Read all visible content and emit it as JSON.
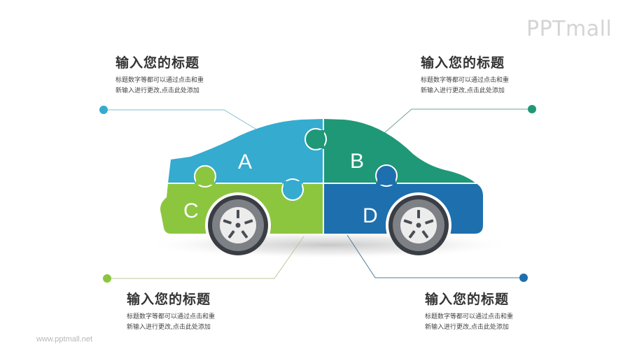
{
  "branding": {
    "logo_text": "PPTmall",
    "website": "www.pptmall.net"
  },
  "colors": {
    "segment_a": "#35ABCF",
    "segment_b": "#1F9878",
    "segment_c": "#8CC63F",
    "segment_d": "#1E6FAD",
    "wheel_tire": "#555a60",
    "wheel_rim": "#e6e6e6"
  },
  "car": {
    "segments": [
      {
        "id": "A",
        "label": "A",
        "color": "#35ABCF",
        "position": "top-left"
      },
      {
        "id": "B",
        "label": "B",
        "color": "#1F9878",
        "position": "top-right"
      },
      {
        "id": "C",
        "label": "C",
        "color": "#8CC63F",
        "position": "bottom-left"
      },
      {
        "id": "D",
        "label": "D",
        "color": "#1E6FAD",
        "position": "bottom-right"
      }
    ]
  },
  "callouts": [
    {
      "segment": "A",
      "title": "输入您的标题",
      "desc_line1": "标题数字等都可以通过点击和重",
      "desc_line2": "新输入进行更改,点击此处添加",
      "dot_color": "#35ABCF"
    },
    {
      "segment": "B",
      "title": "输入您的标题",
      "desc_line1": "标题数字等都可以通过点击和重",
      "desc_line2": "新输入进行更改,点击此处添加",
      "dot_color": "#1F9878"
    },
    {
      "segment": "C",
      "title": "输入您的标题",
      "desc_line1": "标题数字等都可以通过点击和重",
      "desc_line2": "新输入进行更改,点击此处添加",
      "dot_color": "#8CC63F"
    },
    {
      "segment": "D",
      "title": "输入您的标题",
      "desc_line1": "标题数字等都可以通过点击和重",
      "desc_line2": "新输入进行更改,点击此处添加",
      "dot_color": "#1E6FAD"
    }
  ]
}
